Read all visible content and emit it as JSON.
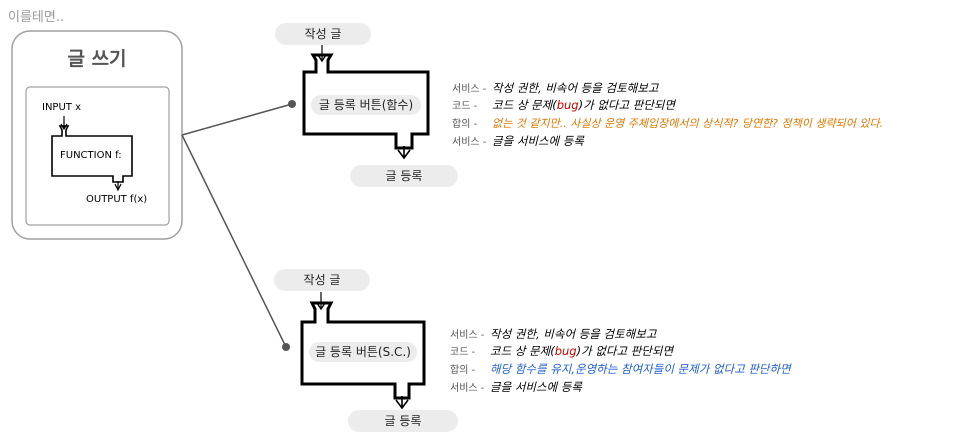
{
  "intro": "이를테면..",
  "writing_box": {
    "title": "글 쓰기",
    "input_label": "INPUT x",
    "function_label": "FUNCTION f:",
    "output_label": "OUTPUT f(x)"
  },
  "flow1": {
    "input": "작성 글",
    "button": "글 등록 버튼(함수)",
    "output": "글 등록",
    "rows": {
      "service1_key": "서비스 -",
      "service1_val": "작성 권한, 비속어 등을 검토해보고",
      "code_key": "코드 -",
      "code_pre": "코드 상 문제(",
      "code_bug": "bug",
      "code_post": ")가 없다고 판단되면",
      "consensus_key": "합의 -",
      "consensus_val": "없는 것 같지만.. 사실상 운영 주체입장에서의 상식적? 당연한? 정책이 생략되어 있다.",
      "service2_key": "서비스 -",
      "service2_val": "글을 서비스에 등록"
    }
  },
  "flow2": {
    "input": "작성 글",
    "button": "글 등록 버튼(S.C.)",
    "output": "글 등록",
    "rows": {
      "service1_key": "서비스 -",
      "service1_val": "작성 권한, 비속어 등을 검토해보고",
      "code_key": "코드 -",
      "code_pre": "코드 상 문제(",
      "code_bug": "bug",
      "code_post": ")가 없다고 판단되면",
      "consensus_key": "합의 -",
      "consensus_val": "해당 함수를 유지,운영하는 참여자들이 문제가 없다고 판단하면",
      "service2_key": "서비스 -",
      "service2_val": "글을 서비스에 등록"
    }
  },
  "colors": {
    "orange_text": "#e07800",
    "blue_text": "#1f5fd0",
    "bug_text": "#cc0000"
  }
}
